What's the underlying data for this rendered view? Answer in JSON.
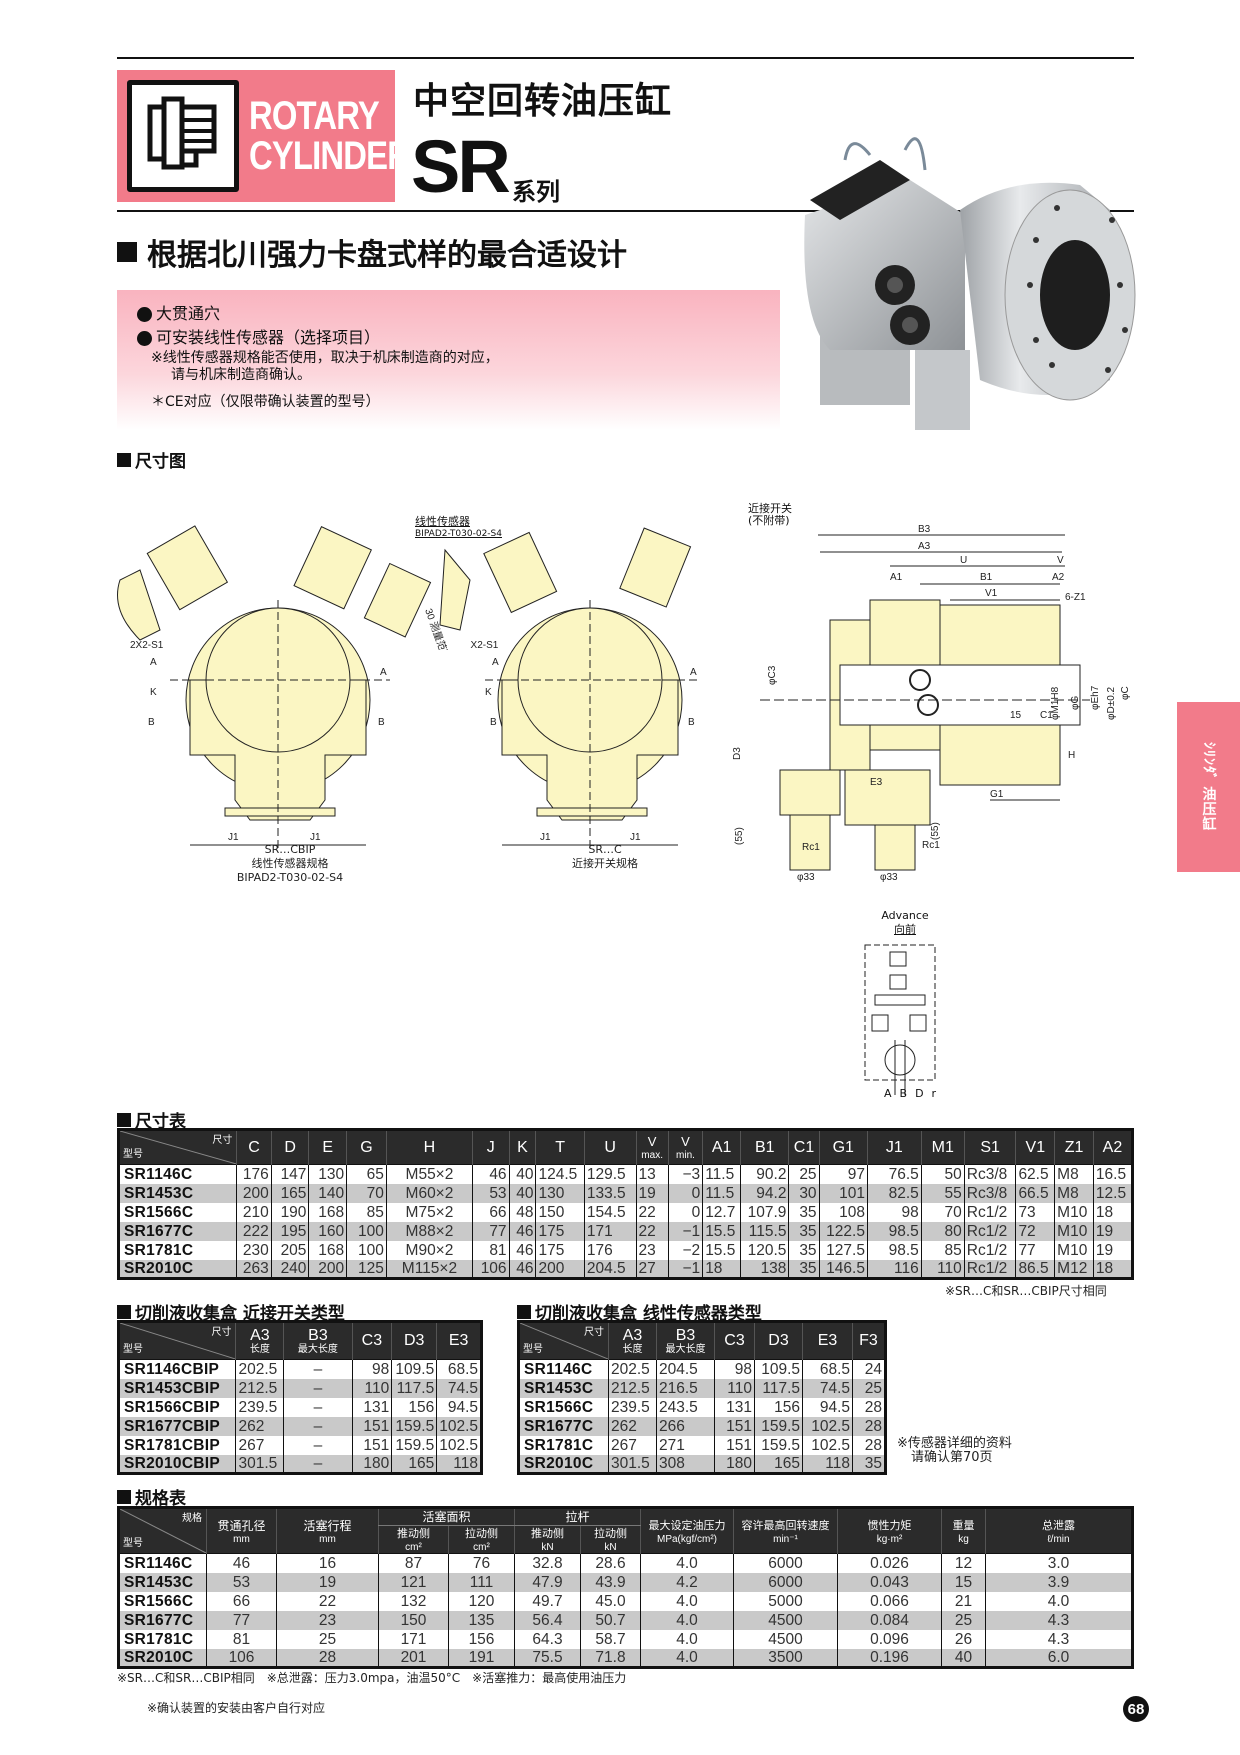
{
  "header": {
    "brand_line1": "ROTARY",
    "brand_line2": "CYLINDER",
    "title_cn": "中空回转油压缸",
    "model": "SR",
    "series": "系列",
    "subtitle": "根据北川强力卡盘式样的最合适设计",
    "brand_color": "#f27b8a",
    "icon": "rotary-cylinder-icon"
  },
  "features": {
    "items": [
      "大贯通穴",
      "可安装线性传感器（选择项目）"
    ],
    "note_line1": "※线性传感器规格能否使用，取决于机床制造商的对应，",
    "note_line2": "请与机床制造商确认。",
    "ce_note": "＊CE对应（仅限带确认装置的型号）"
  },
  "side_tab": {
    "label": "ｼﾘﾝﾀﾞ 油压缸"
  },
  "drawings": {
    "section_title": "尺寸图",
    "left": {
      "caption1": "SR…CBIP",
      "caption2": "线性传感器规格",
      "caption3": "BIPAD2-T030-02-S4",
      "sensor_label": "线性传感器",
      "sensor_model": "BIPAD2-T030-02-S4",
      "range_label": "30 测量范围",
      "s1_label": "2X2-S1",
      "k_label": "K",
      "a_label": "A",
      "b_label": "B",
      "j1_label": "J1"
    },
    "middle": {
      "caption1": "SR…C",
      "caption2": "近接开关规格",
      "s1_label": "2X2-S1",
      "k_label": "K",
      "a_label": "A",
      "b_label": "B",
      "j1_label": "J1"
    },
    "right": {
      "switch_label": "近接开关",
      "switch_note": "(不附带)",
      "labels": [
        "B3",
        "A3",
        "U",
        "V",
        "A1",
        "B1",
        "A2",
        "V1",
        "6-Z1",
        "φC3",
        "φJ",
        "15",
        "C1",
        "φM1H8",
        "φG",
        "φEh7",
        "φD±0.2",
        "φC",
        "H",
        "D3",
        "E3",
        "G1",
        "(55)",
        "Rc1",
        "φ33"
      ]
    },
    "hydraulic": {
      "advance_en": "Advance",
      "advance_cn": "向前",
      "port_a": "A",
      "port_b": "B",
      "port_dr": "Dr"
    }
  },
  "dimension_table": {
    "title": "尺寸表",
    "corner_top": "尺寸",
    "corner_bottom": "型号",
    "columns": [
      "C",
      "D",
      "E",
      "G",
      "H",
      "J",
      "K",
      "T",
      "U",
      "V max.",
      "V min.",
      "A1",
      "B1",
      "C1",
      "G1",
      "J1",
      "M1",
      "S1",
      "V1",
      "Z1",
      "A2"
    ],
    "rows": [
      {
        "model": "SR1146C",
        "values": [
          "176",
          "147",
          "130",
          "65",
          "M55×2",
          "46",
          "40",
          "124.5",
          "129.5",
          "13",
          "−3",
          "11.5",
          "90.2",
          "25",
          "97",
          "76.5",
          "50",
          "Rc3/8",
          "62.5",
          "M8",
          "16.5"
        ]
      },
      {
        "model": "SR1453C",
        "values": [
          "200",
          "165",
          "140",
          "70",
          "M60×2",
          "53",
          "40",
          "130",
          "133.5",
          "19",
          "0",
          "11.5",
          "94.2",
          "30",
          "101",
          "82.5",
          "55",
          "Rc3/8",
          "66.5",
          "M8",
          "12.5"
        ]
      },
      {
        "model": "SR1566C",
        "values": [
          "210",
          "190",
          "168",
          "85",
          "M75×2",
          "66",
          "48",
          "150",
          "154.5",
          "22",
          "0",
          "12.7",
          "107.9",
          "35",
          "108",
          "98",
          "70",
          "Rc1/2",
          "73",
          "M10",
          "18"
        ]
      },
      {
        "model": "SR1677C",
        "values": [
          "222",
          "195",
          "160",
          "100",
          "M88×2",
          "77",
          "46",
          "175",
          "171",
          "22",
          "−1",
          "15.5",
          "115.5",
          "35",
          "122.5",
          "98.5",
          "80",
          "Rc1/2",
          "72",
          "M10",
          "19"
        ]
      },
      {
        "model": "SR1781C",
        "values": [
          "230",
          "205",
          "168",
          "100",
          "M90×2",
          "81",
          "46",
          "175",
          "176",
          "23",
          "−2",
          "15.5",
          "120.5",
          "35",
          "127.5",
          "98.5",
          "85",
          "Rc1/2",
          "77",
          "M10",
          "19"
        ]
      },
      {
        "model": "SR2010C",
        "values": [
          "263",
          "240",
          "200",
          "125",
          "M115×2",
          "106",
          "46",
          "200",
          "204.5",
          "27",
          "−1",
          "18",
          "138",
          "35",
          "146.5",
          "116",
          "110",
          "Rc1/2",
          "86.5",
          "M12",
          "18"
        ]
      }
    ],
    "note": "※SR…C和SR…CBIP尺寸相同"
  },
  "proximity_table": {
    "title": "切削液收集盒 近接开关类型",
    "corner_top": "尺寸",
    "corner_bottom": "型号",
    "columns": [
      {
        "label": "A3",
        "sub": "长度"
      },
      {
        "label": "B3",
        "sub": "最大长度"
      },
      {
        "label": "C3",
        "sub": ""
      },
      {
        "label": "D3",
        "sub": ""
      },
      {
        "label": "E3",
        "sub": ""
      }
    ],
    "rows": [
      {
        "model": "SR1146CBIP",
        "values": [
          "202.5",
          "–",
          "98",
          "109.5",
          "68.5"
        ]
      },
      {
        "model": "SR1453CBIP",
        "values": [
          "212.5",
          "–",
          "110",
          "117.5",
          "74.5"
        ]
      },
      {
        "model": "SR1566CBIP",
        "values": [
          "239.5",
          "–",
          "131",
          "156",
          "94.5"
        ]
      },
      {
        "model": "SR1677CBIP",
        "values": [
          "262",
          "–",
          "151",
          "159.5",
          "102.5"
        ]
      },
      {
        "model": "SR1781CBIP",
        "values": [
          "267",
          "–",
          "151",
          "159.5",
          "102.5"
        ]
      },
      {
        "model": "SR2010CBIP",
        "values": [
          "301.5",
          "–",
          "180",
          "165",
          "118"
        ]
      }
    ]
  },
  "sensor_table": {
    "title": "切削液收集盒 线性传感器类型",
    "corner_top": "尺寸",
    "corner_bottom": "型号",
    "columns": [
      {
        "label": "A3",
        "sub": "长度"
      },
      {
        "label": "B3",
        "sub": "最大长度"
      },
      {
        "label": "C3",
        "sub": ""
      },
      {
        "label": "D3",
        "sub": ""
      },
      {
        "label": "E3",
        "sub": ""
      },
      {
        "label": "F3",
        "sub": ""
      }
    ],
    "rows": [
      {
        "model": "SR1146C",
        "values": [
          "202.5",
          "204.5",
          "98",
          "109.5",
          "68.5",
          "24"
        ]
      },
      {
        "model": "SR1453C",
        "values": [
          "212.5",
          "216.5",
          "110",
          "117.5",
          "74.5",
          "25"
        ]
      },
      {
        "model": "SR1566C",
        "values": [
          "239.5",
          "243.5",
          "131",
          "156",
          "94.5",
          "28"
        ]
      },
      {
        "model": "SR1677C",
        "values": [
          "262",
          "266",
          "151",
          "159.5",
          "102.5",
          "28"
        ]
      },
      {
        "model": "SR1781C",
        "values": [
          "267",
          "271",
          "151",
          "159.5",
          "102.5",
          "28"
        ]
      },
      {
        "model": "SR2010C",
        "values": [
          "301.5",
          "308",
          "180",
          "165",
          "118",
          "35"
        ]
      }
    ],
    "note_line1": "※传感器详细的资料",
    "note_line2": "请确认第70页"
  },
  "spec_table": {
    "title": "规格表",
    "corner_top": "规格",
    "corner_bottom": "型号",
    "headers": {
      "bore": "贯通孔径",
      "bore_unit": "mm",
      "stroke": "活塞行程",
      "stroke_unit": "mm",
      "area": "活塞面积",
      "area_push": "推动侧",
      "area_push_unit": "cm²",
      "area_pull": "拉动侧",
      "area_pull_unit": "cm²",
      "rod": "拉杆",
      "rod_push": "推动侧",
      "rod_push_unit": "kN",
      "rod_pull": "拉动侧",
      "rod_pull_unit": "kN",
      "pressure": "最大设定油压力",
      "pressure_unit": "MPa(kgf/cm²)",
      "speed": "容许最高回转速度",
      "speed_unit": "min⁻¹",
      "inertia": "惯性力矩",
      "inertia_unit": "kg·m²",
      "weight": "重量",
      "weight_unit": "kg",
      "leak": "总泄露",
      "leak_unit": "ℓ/min"
    },
    "rows": [
      {
        "model": "SR1146C",
        "values": [
          "46",
          "16",
          "87",
          "76",
          "32.8",
          "28.6",
          "4.0",
          "6000",
          "0.026",
          "12",
          "3.0"
        ]
      },
      {
        "model": "SR1453C",
        "values": [
          "53",
          "19",
          "121",
          "111",
          "47.9",
          "43.9",
          "4.2",
          "6000",
          "0.043",
          "15",
          "3.9"
        ]
      },
      {
        "model": "SR1566C",
        "values": [
          "66",
          "22",
          "132",
          "120",
          "49.7",
          "45.0",
          "4.0",
          "5000",
          "0.066",
          "21",
          "4.0"
        ]
      },
      {
        "model": "SR1677C",
        "values": [
          "77",
          "23",
          "150",
          "135",
          "56.4",
          "50.7",
          "4.0",
          "4500",
          "0.084",
          "25",
          "4.3"
        ]
      },
      {
        "model": "SR1781C",
        "values": [
          "81",
          "25",
          "171",
          "156",
          "64.3",
          "58.7",
          "4.0",
          "4500",
          "0.096",
          "26",
          "4.3"
        ]
      },
      {
        "model": "SR2010C",
        "values": [
          "106",
          "28",
          "201",
          "191",
          "75.5",
          "71.8",
          "4.0",
          "3500",
          "0.196",
          "40",
          "6.0"
        ]
      }
    ],
    "note1": "※SR…C和SR…CBIP相同　※总泄露：压力3.0mpa，油温50°C　※活塞推力：最高使用油压力",
    "note2": "※确认装置的安装由客户自行对应"
  },
  "page_number": "68"
}
